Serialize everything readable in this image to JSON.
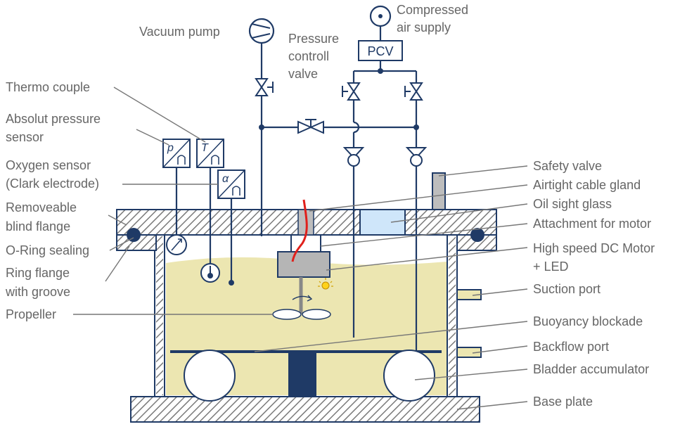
{
  "labels": {
    "vacuum_pump": "Vacuum pump",
    "compressed_air": [
      "Compressed",
      "air supply"
    ],
    "pressure_valve": [
      "Pressure",
      "controll",
      "valve"
    ],
    "pcv": "PCV",
    "thermo_couple": "Thermo couple",
    "absolut_pressure": [
      "Absolut pressure",
      "sensor"
    ],
    "oxygen_sensor": [
      "Oxygen sensor",
      "(Clark electrode)"
    ],
    "removeable_flange": [
      "Removeable",
      "blind flange"
    ],
    "o_ring": "O-Ring sealing",
    "ring_flange": [
      "Ring flange",
      "with groove"
    ],
    "propeller": "Propeller",
    "safety_valve": "Safety valve",
    "cable_gland": "Airtight cable gland",
    "oil_sight_glass": "Oil sight glass",
    "motor_attachment": "Attachment for motor",
    "dc_motor": [
      "High speed DC Motor",
      "+ LED"
    ],
    "suction_port": "Suction port",
    "buoyancy_blockade": "Buoyancy blockade",
    "backflow_port": "Backflow port",
    "bladder_accumulator": "Bladder accumulator",
    "base_plate": "Base plate",
    "sensor_p": "p",
    "sensor_t": "T",
    "sensor_alpha": "α"
  },
  "colors": {
    "line": "#1f3a66",
    "liquid": "#ece6b1",
    "hatch": "#7a7a7a",
    "label": "#666666",
    "cable": "#e0201b",
    "sight_glass": "#cfe6fa"
  }
}
